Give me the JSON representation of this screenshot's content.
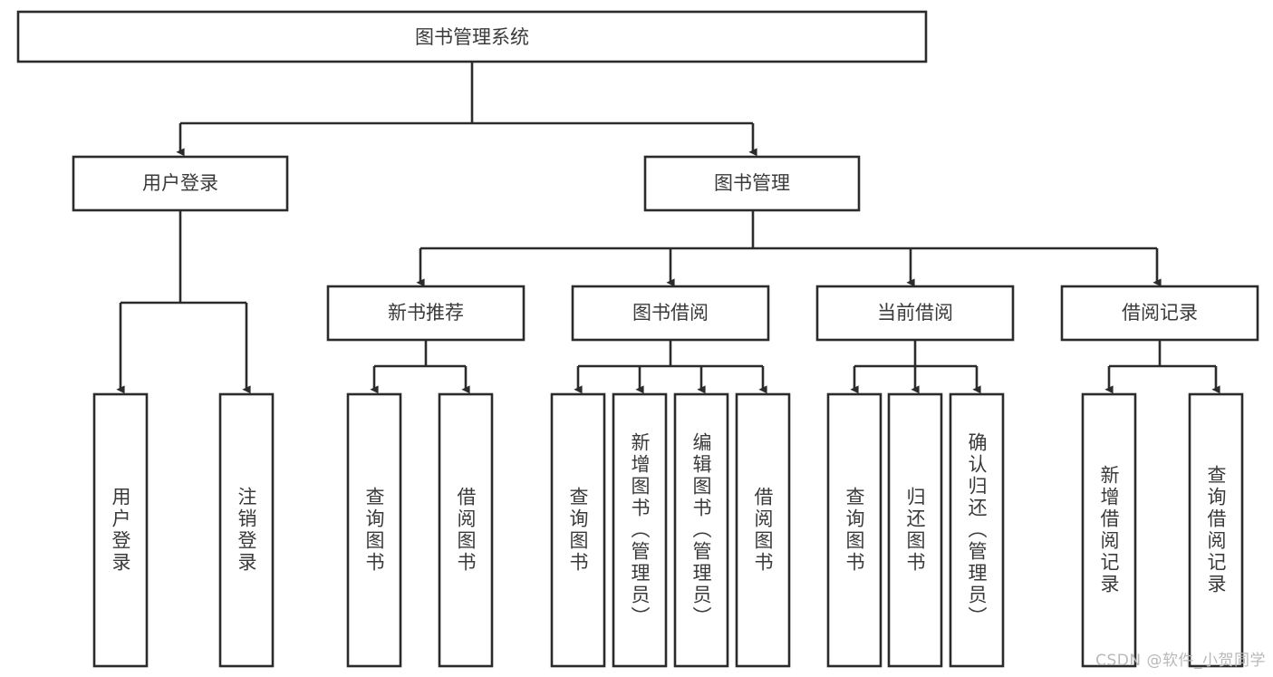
{
  "diagram": {
    "type": "tree-hierarchy",
    "title": "图书管理系统",
    "watermark": "CSDN @软件_小贺同学",
    "colors": {
      "stroke": "#2b2b2b",
      "fill": "#ffffff",
      "text": "#3a3a3a",
      "watermark": "#b9b9b9",
      "background": "#ffffff"
    },
    "root": {
      "label": "图书管理系统",
      "level": 1
    },
    "level2": [
      {
        "id": "user-login",
        "label": "用户登录"
      },
      {
        "id": "book-manage",
        "label": "图书管理"
      }
    ],
    "level3": [
      {
        "id": "new-book-recommend",
        "label": "新书推荐",
        "parent": "book-manage"
      },
      {
        "id": "book-borrow",
        "label": "图书借阅",
        "parent": "book-manage"
      },
      {
        "id": "current-borrow",
        "label": "当前借阅",
        "parent": "book-manage"
      },
      {
        "id": "borrow-record",
        "label": "借阅记录",
        "parent": "book-manage"
      }
    ],
    "leaves": {
      "user-login": [
        {
          "id": "leaf-user-login",
          "label": "用户登录"
        },
        {
          "id": "leaf-logout",
          "label": "注销登录"
        }
      ],
      "new-book-recommend": [
        {
          "id": "leaf-query-book-1",
          "label": "查询图书"
        },
        {
          "id": "leaf-borrow-book-1",
          "label": "借阅图书"
        }
      ],
      "book-borrow": [
        {
          "id": "leaf-query-book-2",
          "label": "查询图书"
        },
        {
          "id": "leaf-add-book",
          "label": "新增图书（管理员）"
        },
        {
          "id": "leaf-edit-book",
          "label": "编辑图书（管理员）"
        },
        {
          "id": "leaf-borrow-book-2",
          "label": "借阅图书"
        }
      ],
      "current-borrow": [
        {
          "id": "leaf-query-book-3",
          "label": "查询图书"
        },
        {
          "id": "leaf-return-book",
          "label": "归还图书"
        },
        {
          "id": "leaf-confirm-return",
          "label": "确认归还（管理员）"
        }
      ],
      "borrow-record": [
        {
          "id": "leaf-add-record",
          "label": "新增借阅记录"
        },
        {
          "id": "leaf-query-record",
          "label": "查询借阅记录"
        }
      ]
    }
  }
}
